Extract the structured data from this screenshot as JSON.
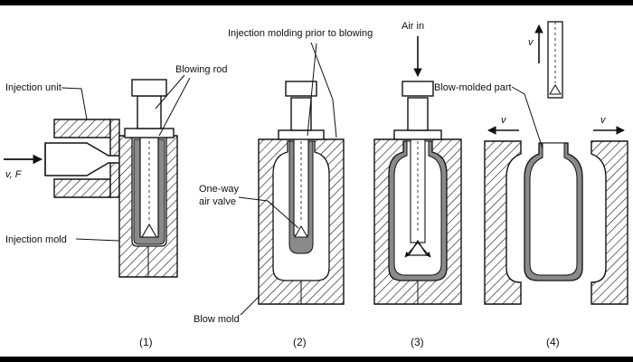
{
  "colors": {
    "ink": "#111111",
    "paper": "#ffffff",
    "parison": "#8a8a8a",
    "hatch": "#222222"
  },
  "labels": {
    "injection_unit": "Injection unit",
    "blowing_rod": "Blowing rod",
    "vf": "v, F",
    "one_way_line1": "One-way",
    "one_way_line2": "air valve",
    "injection_mold": "Injection mold",
    "injection_molding_prior": "Injection molding prior to blowing",
    "air_in": "Air in",
    "blow_molded_part": "Blow-molded part",
    "blow_mold": "Blow mold",
    "v_up": "v",
    "v_left": "v",
    "v_right": "v"
  },
  "steps": [
    "(1)",
    "(2)",
    "(3)",
    "(4)"
  ]
}
